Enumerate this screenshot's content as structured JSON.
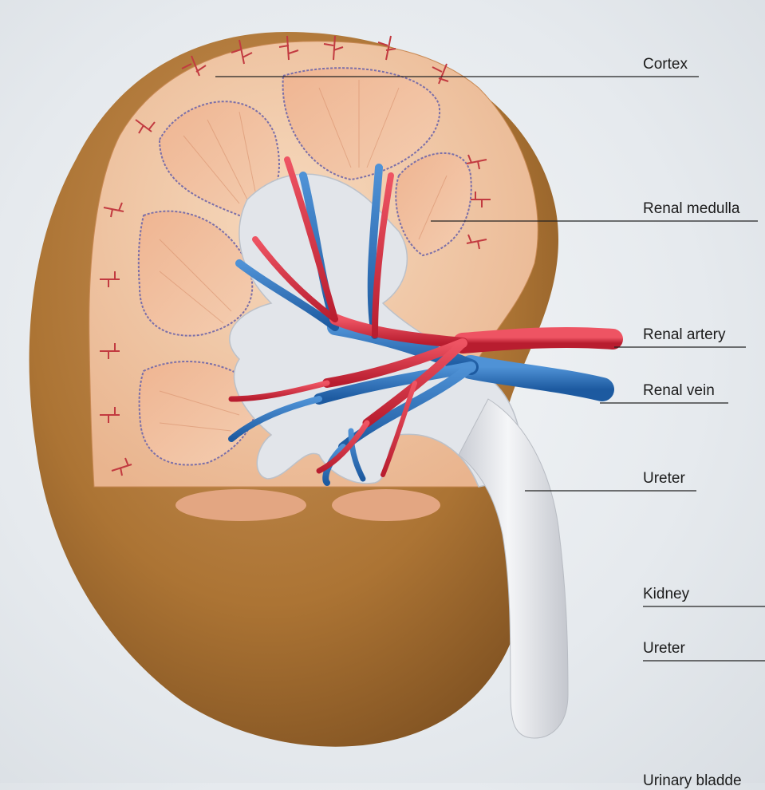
{
  "labels": {
    "cortex": "Cortex",
    "renal_medulla": "Renal medulla",
    "renal_artery": "Renal artery",
    "renal_vein": "Renal vein",
    "ureter_1": "Ureter",
    "kidney": "Kidney",
    "ureter_2": "Ureter",
    "urinary_bladder": "Urinary bladde"
  },
  "colors": {
    "kidney_capsule": "#b07a3e",
    "cortex": "#eec4a2",
    "medulla": "#e9a985",
    "artery": "#d42a3c",
    "vein": "#2a6db5",
    "pelvis": "#e3e6ea"
  }
}
